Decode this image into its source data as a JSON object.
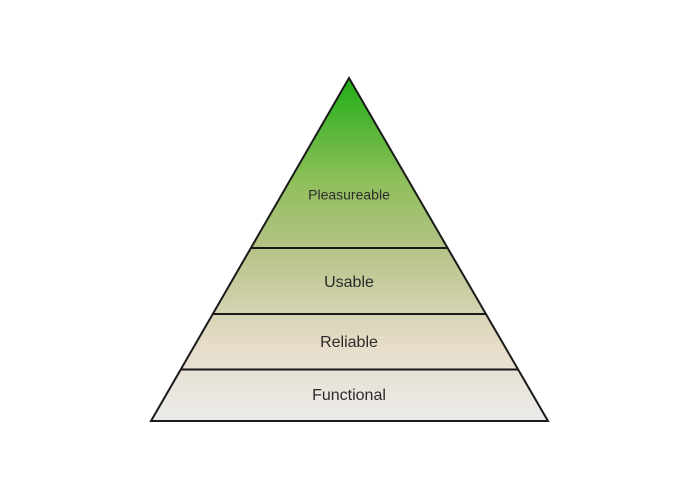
{
  "pyramid": {
    "tiers": [
      {
        "label": "Pleasureable"
      },
      {
        "label": "Usable"
      },
      {
        "label": "Reliable"
      },
      {
        "label": "Functional"
      }
    ],
    "colors": {
      "apex_green": "#1fae16",
      "mid_green": "#8fbf5a",
      "olive": "#b9c48c",
      "beige": "#e6dcc8",
      "base_gray": "#ebebeb",
      "outline": "#1a1a1a"
    }
  }
}
